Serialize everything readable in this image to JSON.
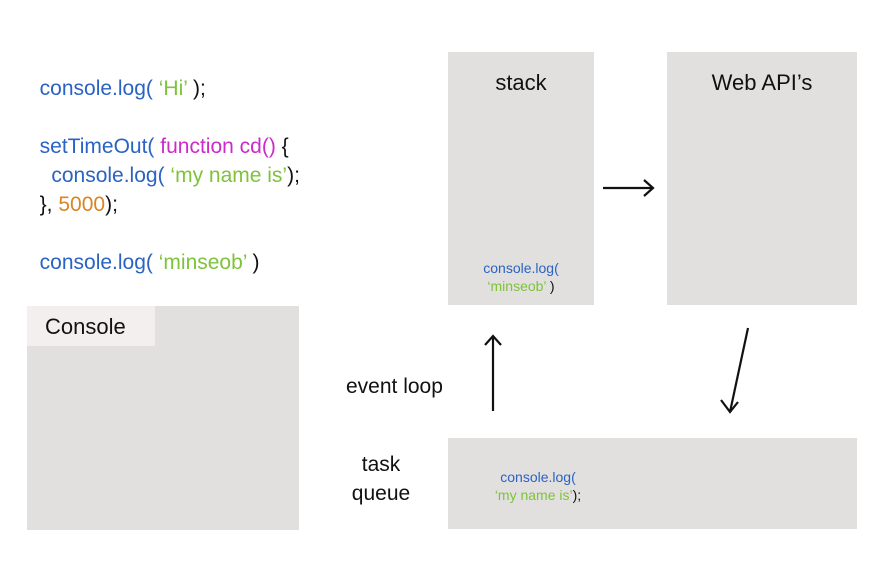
{
  "code": {
    "line1": {
      "fn": "console.log(",
      "arg": " ‘Hi’",
      "close": " );"
    },
    "line2": {
      "fn": "setTimeOut(",
      "kw": " function cd()",
      "brace": " {"
    },
    "line3": {
      "fn": "  console.log(",
      "arg": " ‘my name is’",
      "close": ");"
    },
    "line4": {
      "open": "},",
      "num": " 5000",
      "close": ");"
    },
    "line5": {
      "fn": "console.log(",
      "arg": " ‘minseob’",
      "close": " )"
    }
  },
  "console_panel": {
    "title": "Console"
  },
  "stack": {
    "title": "stack",
    "entry_fn": "console.log(",
    "entry_arg": "‘minseob’",
    "entry_close": " )"
  },
  "web_apis": {
    "title": "Web API’s"
  },
  "event_loop": {
    "label": "event loop"
  },
  "task_queue": {
    "label_line1": "task",
    "label_line2": "queue",
    "entry_fn": "console.log(",
    "entry_arg": "‘my name is’",
    "entry_close": ");"
  },
  "colors": {
    "code_blue": "#2a63c4",
    "string_green": "#7ec33a",
    "keyword_magenta": "#cc2bc8",
    "number_orange": "#d98523",
    "box_gray": "#e2dfdf",
    "console_header": "#f4efef"
  }
}
